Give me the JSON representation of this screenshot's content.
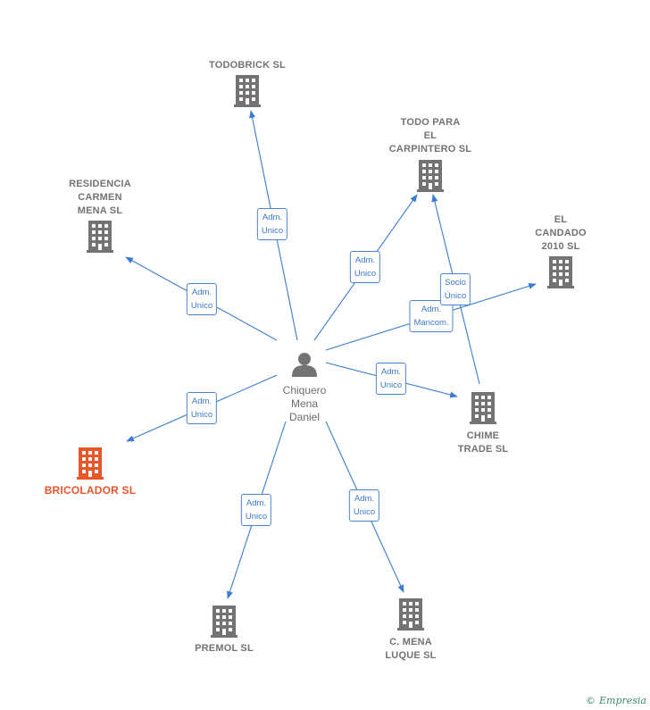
{
  "person": {
    "name": "Chiquero\nMena\nDaniel"
  },
  "companies": [
    {
      "id": "todobrick",
      "label": "TODOBRICK SL",
      "highlight": false
    },
    {
      "id": "todo-para",
      "label": "TODO PARA\nEL\nCARPINTERO SL",
      "highlight": false
    },
    {
      "id": "residencia",
      "label": "RESIDENCIA\nCARMEN\nMENA SL",
      "highlight": false
    },
    {
      "id": "el-candado",
      "label": "EL\nCANDADO\n2010 SL",
      "highlight": false
    },
    {
      "id": "chime",
      "label": "CHIME\nTRADE SL",
      "highlight": false
    },
    {
      "id": "bricolador",
      "label": "BRICOLADOR SL",
      "highlight": true
    },
    {
      "id": "premol",
      "label": "PREMOL SL",
      "highlight": false
    },
    {
      "id": "mena-luque",
      "label": "C.  MENA\nLUQUE SL",
      "highlight": false
    }
  ],
  "edges": [
    {
      "from": "person",
      "to": "todobrick",
      "label": "Adm.\nUnico"
    },
    {
      "from": "person",
      "to": "todo-para",
      "label": "Adm.\nUnico"
    },
    {
      "from": "person",
      "to": "residencia",
      "label": "Adm.\nUnico"
    },
    {
      "from": "person",
      "to": "el-candado",
      "label": "Adm.\nMancom."
    },
    {
      "from": "person",
      "to": "chime",
      "label": "Adm.\nUnico"
    },
    {
      "from": "person",
      "to": "bricolador",
      "label": "Adm.\nUnico"
    },
    {
      "from": "person",
      "to": "premol",
      "label": "Adm.\nUnico"
    },
    {
      "from": "person",
      "to": "mena-luque",
      "label": "Adm.\nUnico"
    },
    {
      "from": "chime",
      "to": "todo-para",
      "label": "Socio\nÚnico"
    }
  ],
  "colors": {
    "edge": "#3a7dd0",
    "building": "#737373",
    "highlight": "#e8572a",
    "person": "#737373"
  },
  "footer": {
    "symbol": "©",
    "brand": "Empresia"
  }
}
